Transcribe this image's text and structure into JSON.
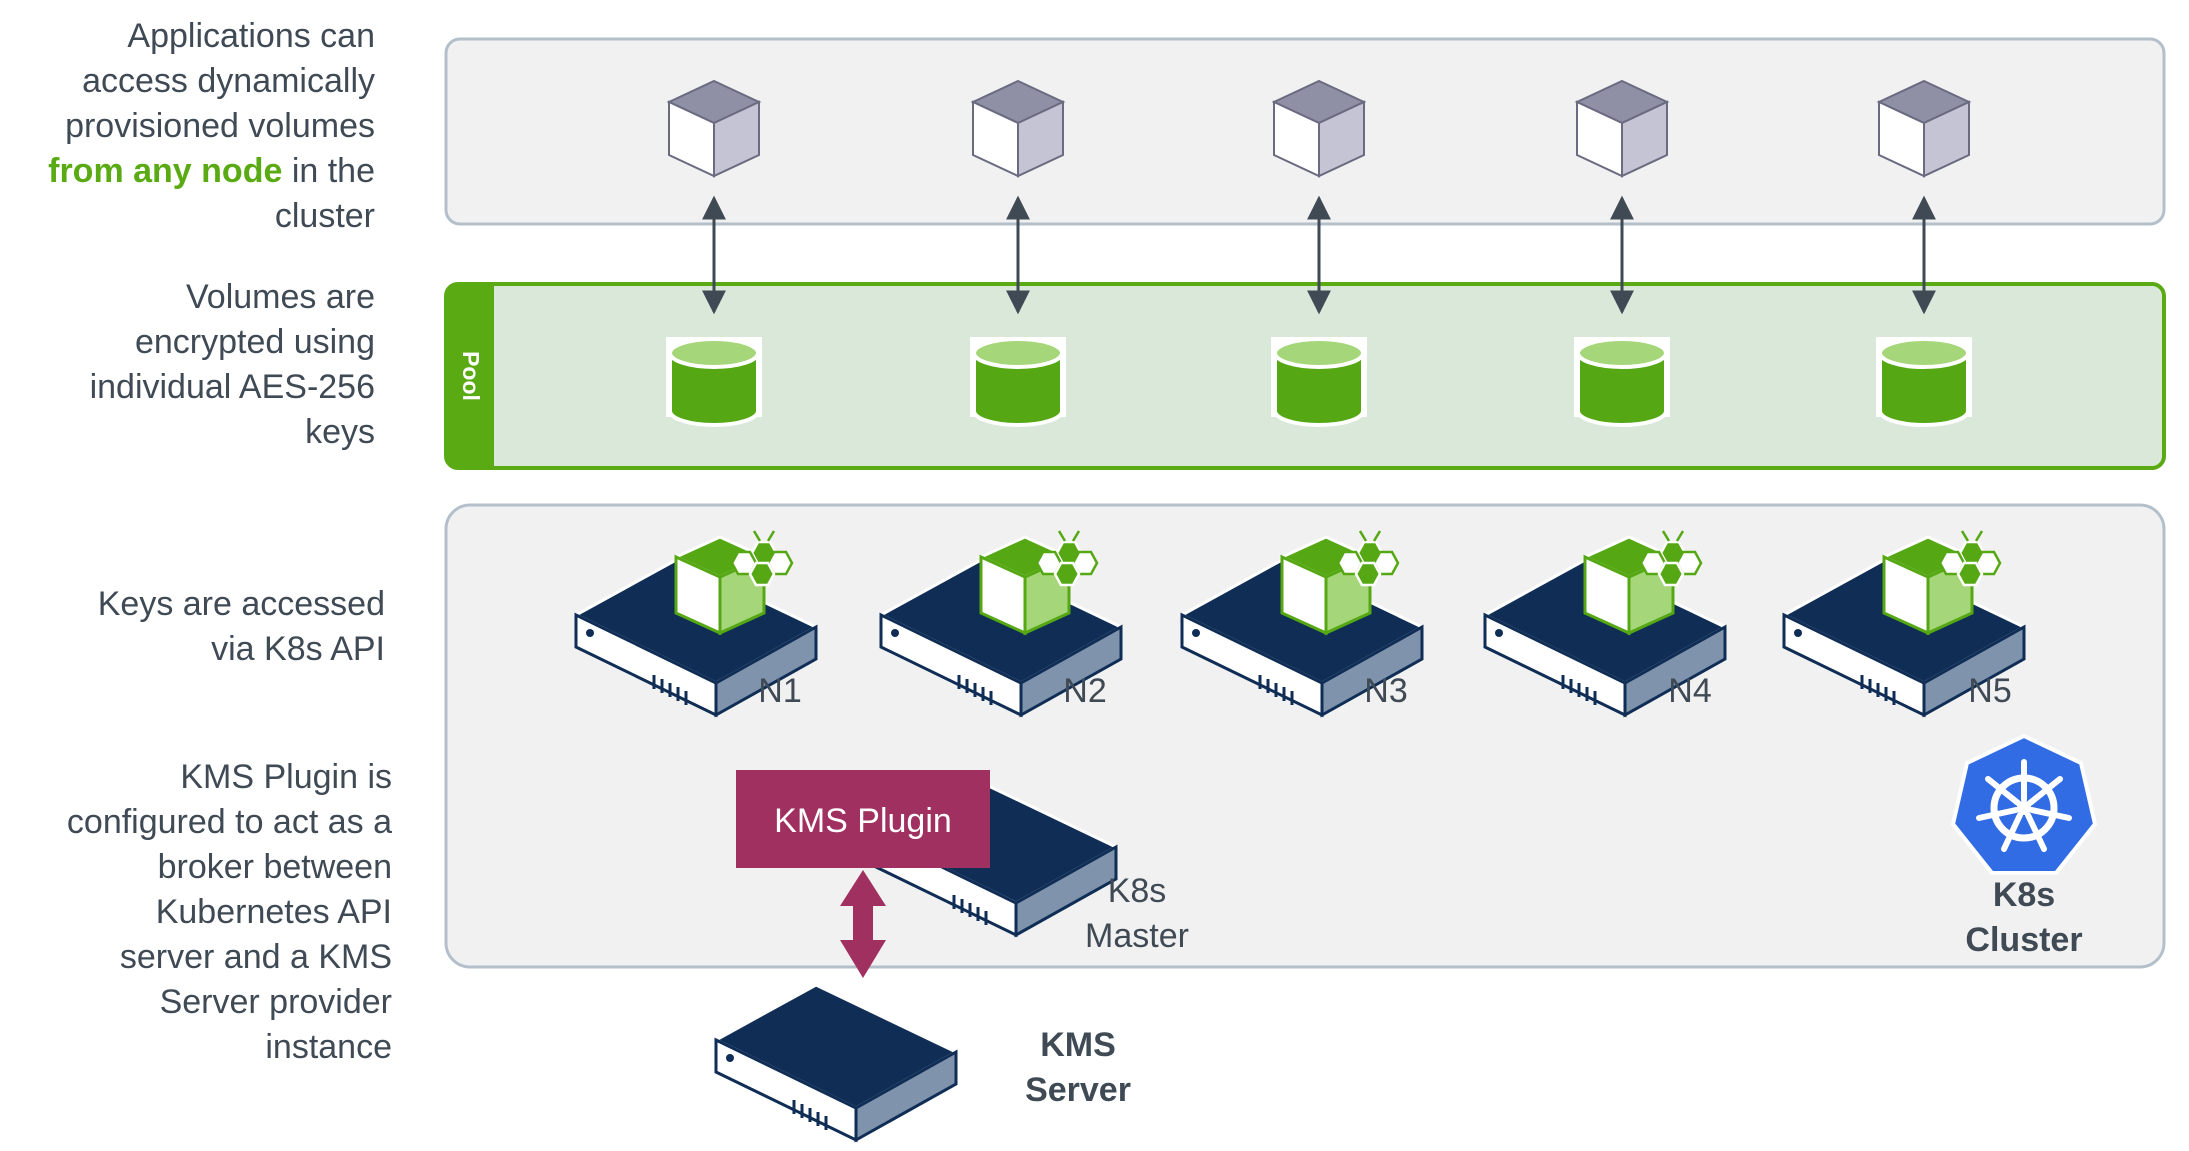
{
  "captions": {
    "apps": {
      "line1": "Applications can",
      "line2": "access dynamically",
      "line3": "provisioned volumes",
      "highlight": "from any node",
      "line4_rest": " in the",
      "line5": "cluster"
    },
    "volumes": {
      "line1": "Volumes are",
      "line2": "encrypted using",
      "line3": "individual AES-256",
      "line4": "keys"
    },
    "keys": {
      "line1": "Keys are accessed",
      "line2": "via K8s API"
    },
    "kms": {
      "line1": "KMS Plugin is",
      "line2": "configured to act as a",
      "line3": "broker between",
      "line4": "Kubernetes API",
      "line5": "server and a KMS",
      "line6": "Server provider",
      "line7": "instance"
    }
  },
  "pool_label": "Pool",
  "nodes": [
    "N1",
    "N2",
    "N3",
    "N4",
    "N5"
  ],
  "kms_plugin_label": "KMS Plugin",
  "master": {
    "line1": "K8s",
    "line2": "Master"
  },
  "kms_server": {
    "line1": "KMS",
    "line2": "Server"
  },
  "cluster": {
    "line1": "K8s",
    "line2": "Cluster"
  },
  "colors": {
    "green": "#5aaa14",
    "pool_bg": "#dae8da",
    "navy": "#0f2d55",
    "plugin": "#a0305f",
    "gray_panel": "#f1f1f1",
    "k8s_blue": "#326ce5"
  }
}
